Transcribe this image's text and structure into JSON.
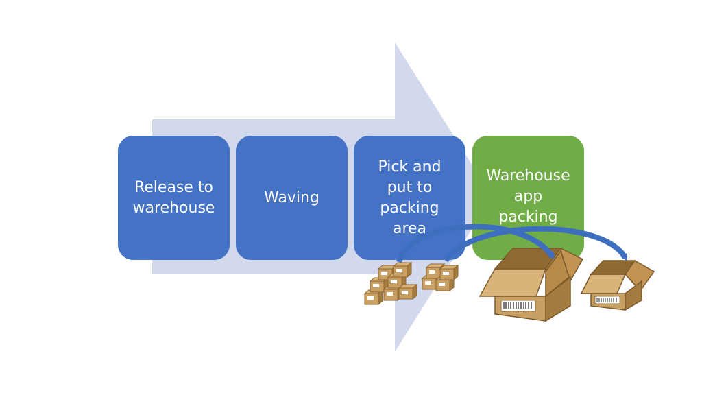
{
  "steps": [
    {
      "label": "Release to\nwarehouse",
      "color": "#4472C4"
    },
    {
      "label": "Waving",
      "color": "#4472C4"
    },
    {
      "label": "Pick and\nput to\npacking\narea",
      "color": "#4472C4"
    },
    {
      "label": "Warehouse\napp\npacking",
      "color": "#70AD47"
    }
  ],
  "colors": {
    "background_arrow": "#D3D9EC",
    "flow_arrows": "#3E6FBF",
    "box_fill": "#C9A064",
    "box_dark": "#A57C3F",
    "box_light": "#D9B47A"
  },
  "icons": [
    "process-arrow-icon",
    "small-boxes-icon",
    "open-box-icon",
    "curved-arrow-icon"
  ]
}
